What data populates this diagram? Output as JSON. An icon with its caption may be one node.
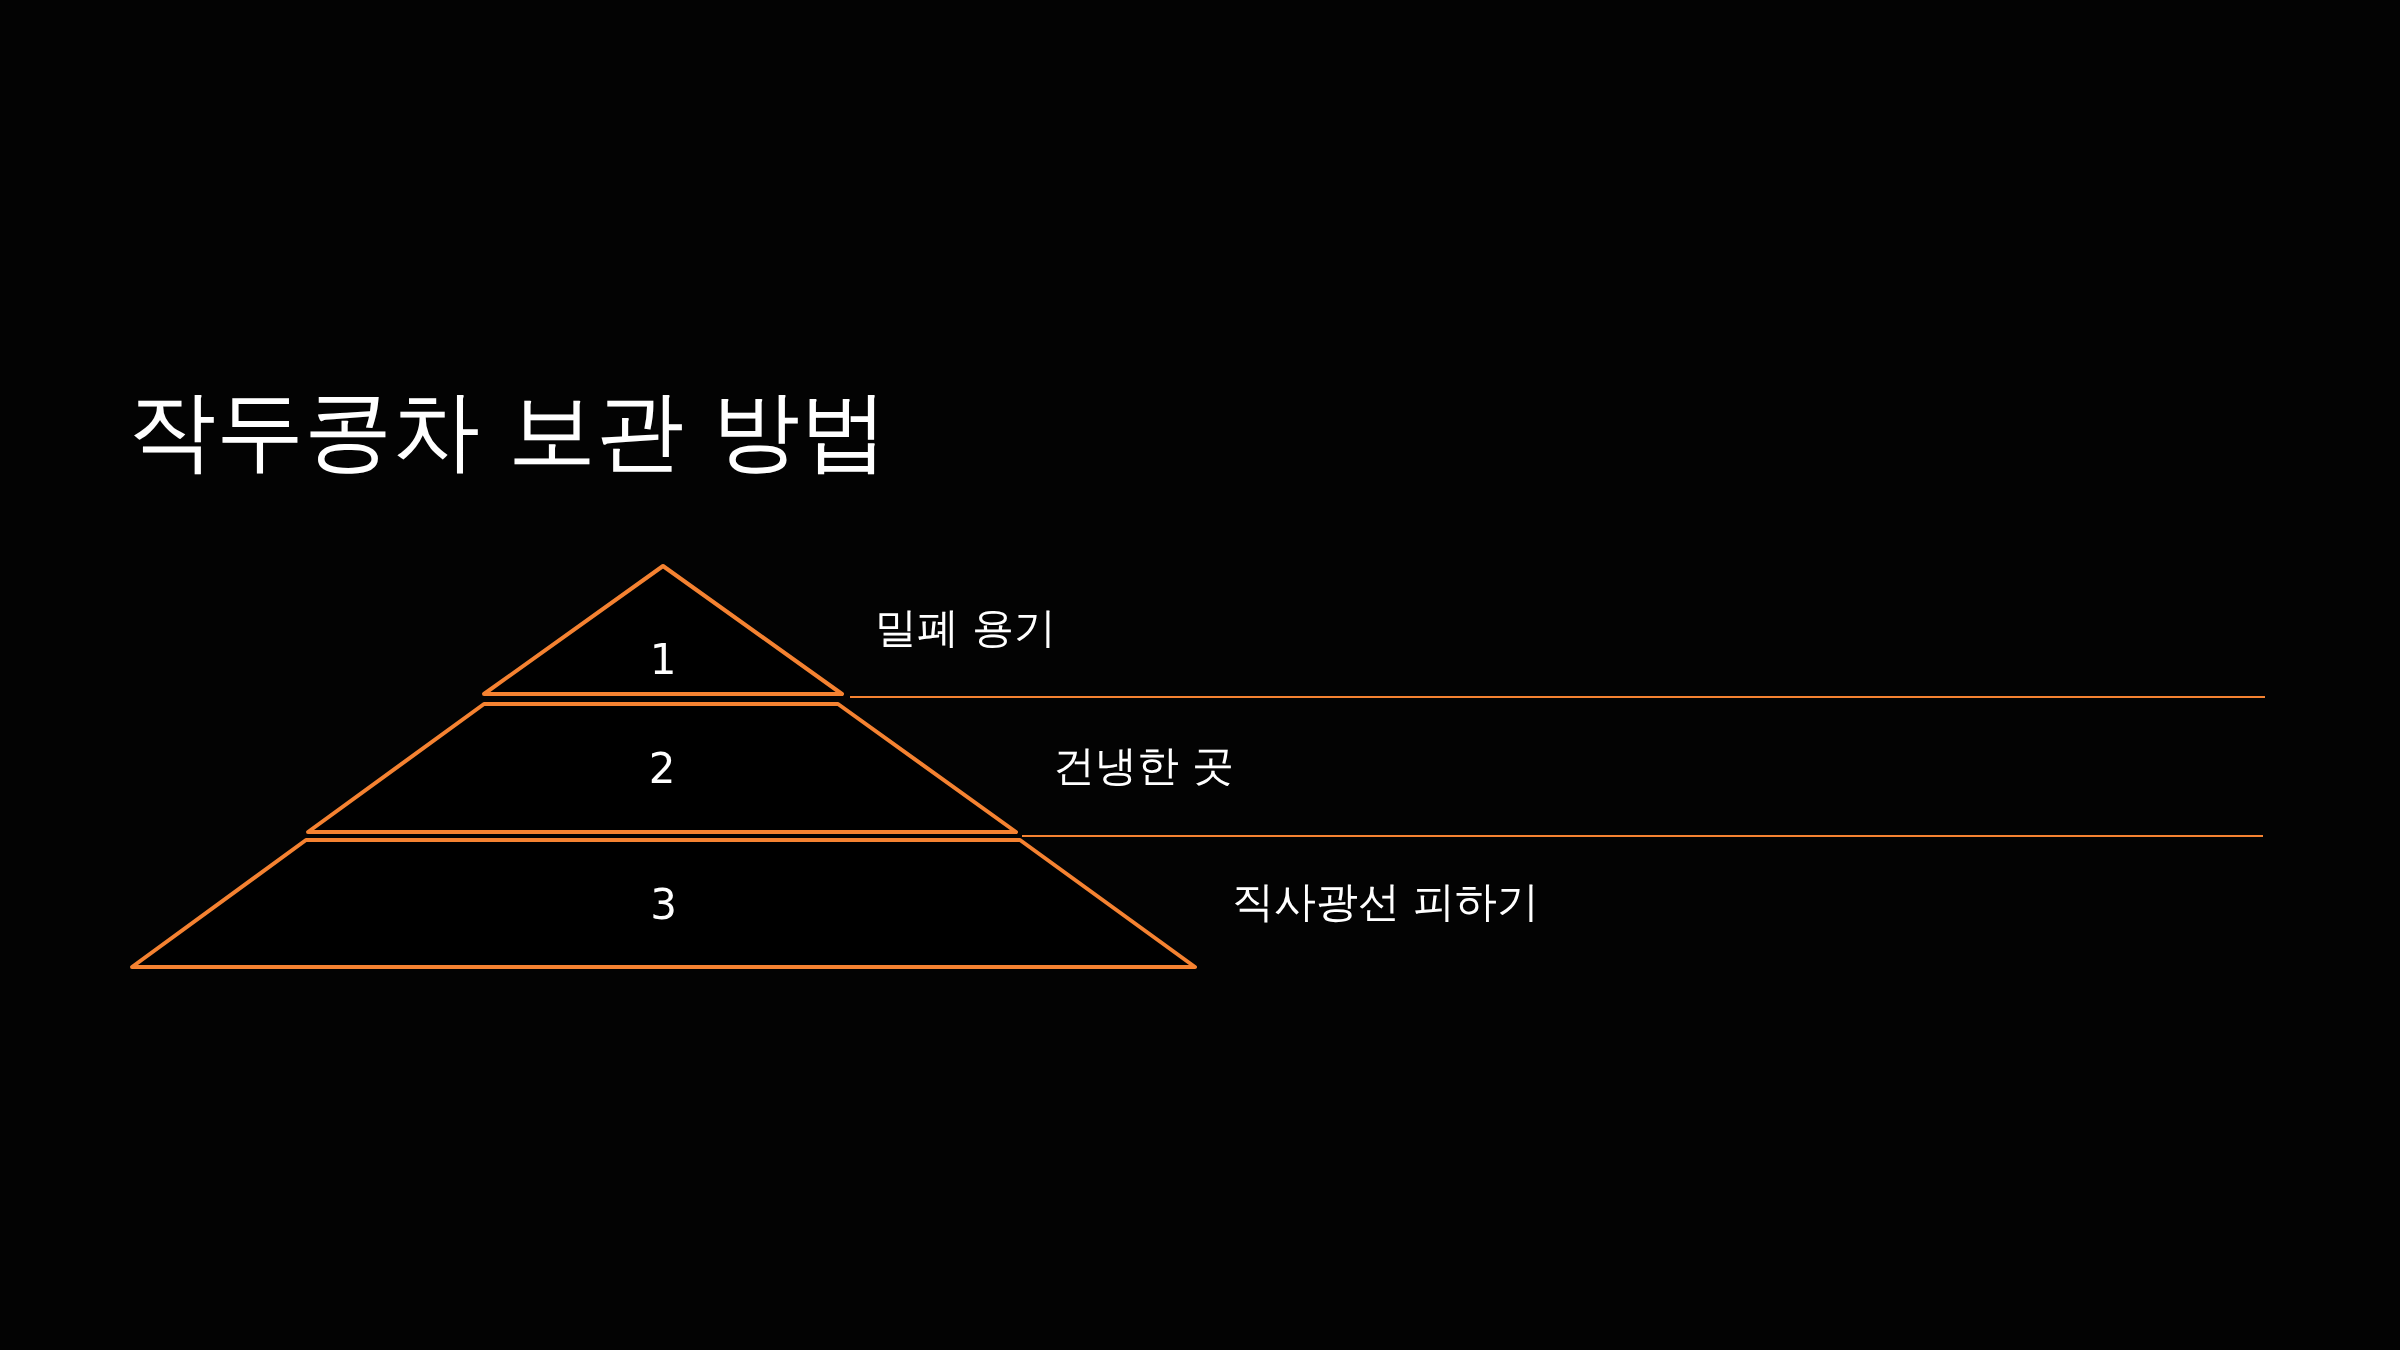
{
  "diagram": {
    "title": "작두콩차 보관 방법",
    "nodes": [
      {
        "text": [
          "1"
        ],
        "beside": [
          "밀폐 용기"
        ]
      },
      {
        "text": [
          "2"
        ],
        "beside": [
          "건냉한 곳"
        ]
      },
      {
        "text": [
          "3"
        ],
        "beside": [
          "직사광선 피하기"
        ]
      }
    ]
  }
}
